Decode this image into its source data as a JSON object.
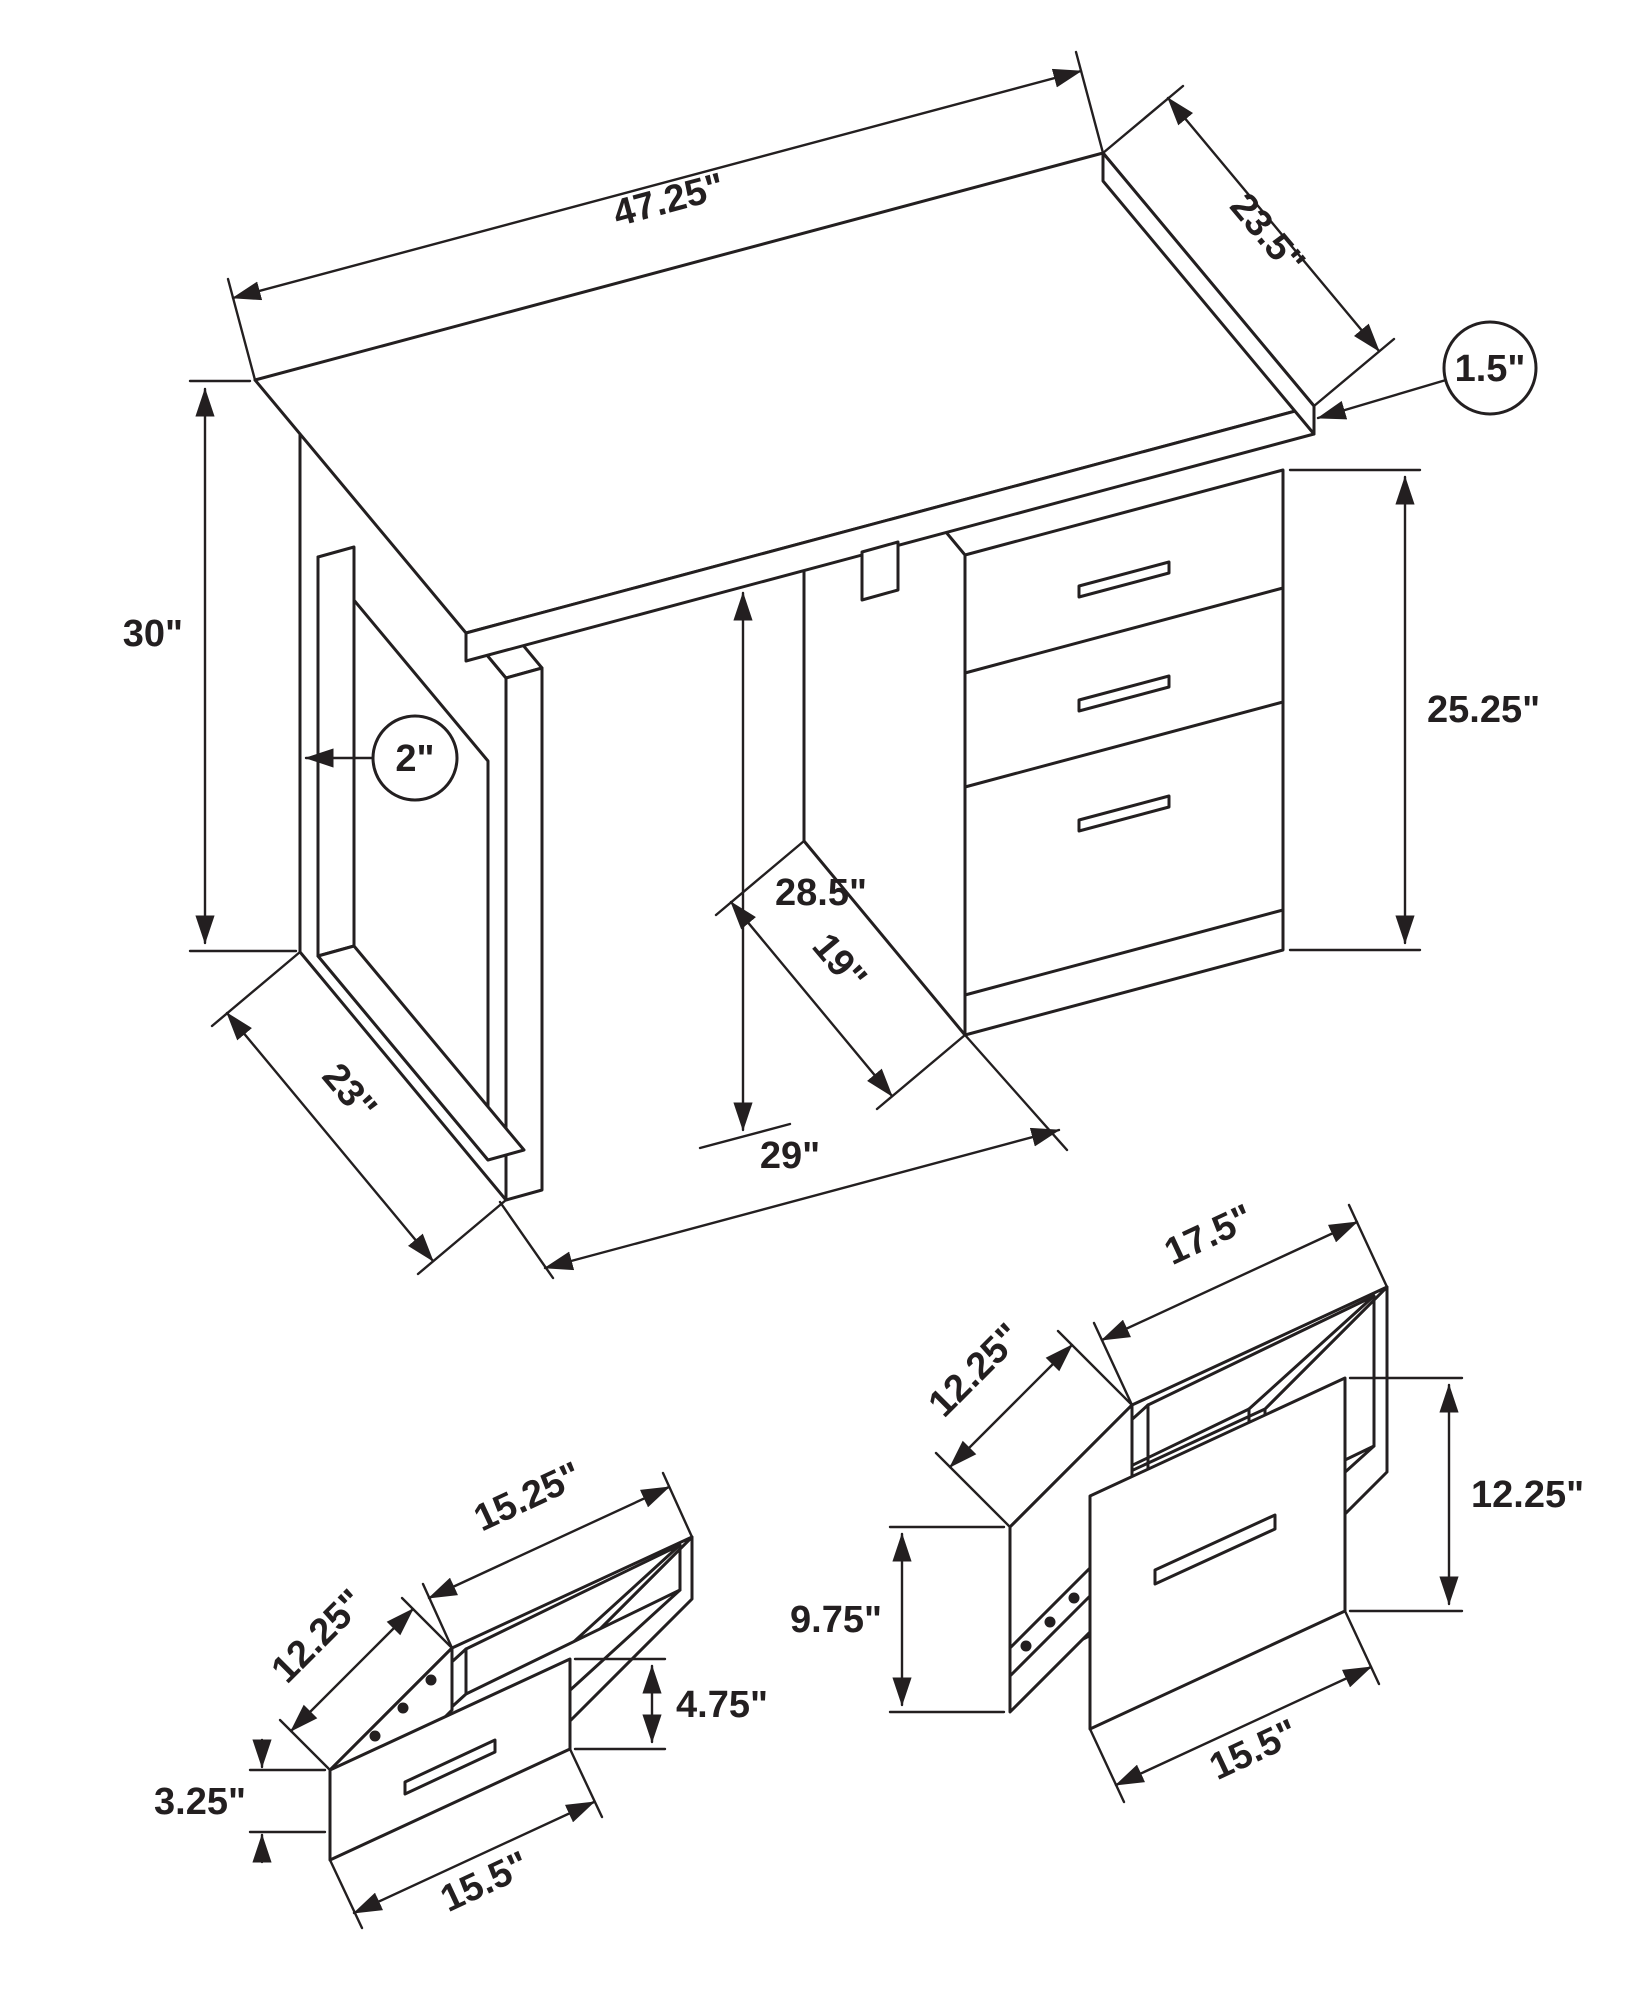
{
  "desk": {
    "top_length": "47.25\"",
    "top_depth": "23.5\"",
    "top_thickness": "1.5\"",
    "overall_height": "30\"",
    "frame_thickness": "2\"",
    "clearance_height": "28.5\"",
    "cabinet_height": "25.25\"",
    "cabinet_bottom_depth": "19\"",
    "leg_bottom_depth": "23\"",
    "knee_space_width": "29\""
  },
  "small_drawer": {
    "top_depth": "12.25\"",
    "top_width": "15.25\"",
    "side_height": "3.25\"",
    "front_height": "4.75\"",
    "front_width": "15.5\""
  },
  "file_drawer": {
    "top_depth": "12.25\"",
    "top_width": "17.5\"",
    "side_height": "9.75\"",
    "front_height": "12.25\"",
    "front_width": "15.5\""
  }
}
